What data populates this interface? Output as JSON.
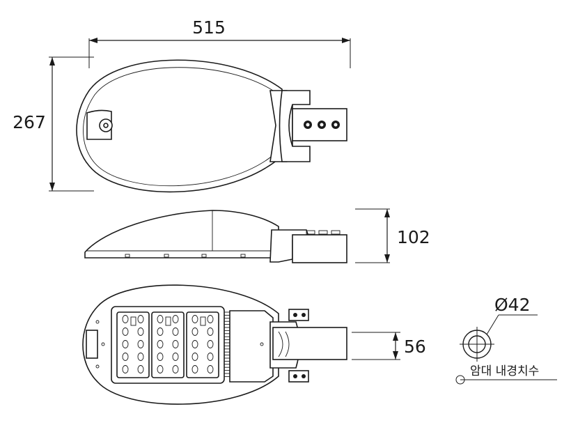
{
  "dimensions": {
    "width": "515",
    "height": "267",
    "side_height": "102",
    "bracket_height": "56",
    "diameter": "Ø42"
  },
  "notes": {
    "pole_label": "암대 내경치수"
  },
  "colors": {
    "line": "#1a1a1a",
    "background": "#ffffff"
  }
}
